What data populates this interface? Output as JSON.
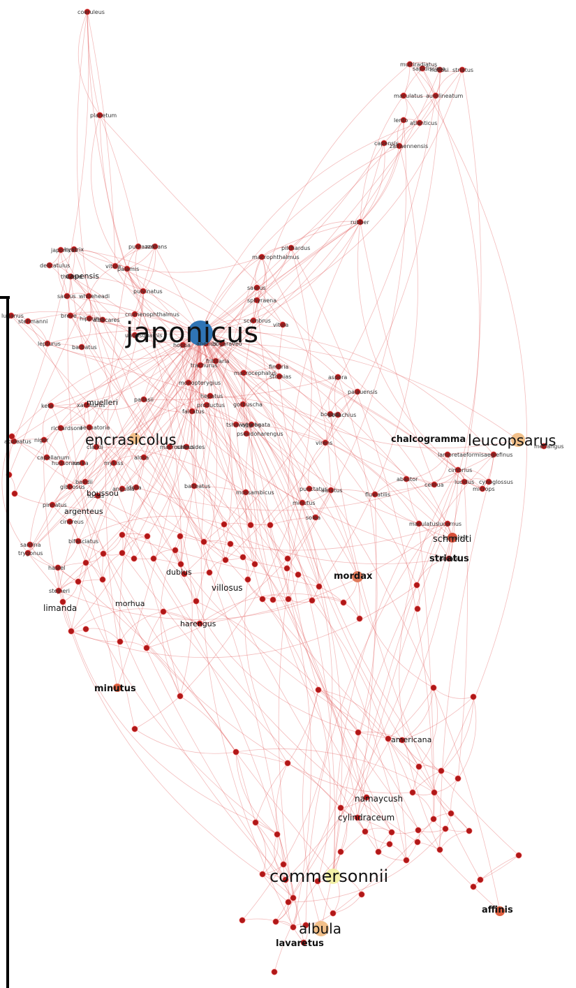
{
  "graph": {
    "colors": {
      "edge": "#e05050",
      "node": "#b01818",
      "hub": "#2f74b5",
      "peach": "#f2c08a",
      "pale_yellow": "#f3f0a6",
      "text": "#111111"
    },
    "big_labels": {
      "japonicus": "japonicus",
      "encrasicolus": "encrasicolus",
      "leucopsarus": "leucopsarus",
      "commersonnii": "commersonnii",
      "albula": "albula"
    },
    "mid_labels": {
      "chalcogramma": "chalcogramma",
      "schmidti": "schmidti",
      "striatus": "striatus",
      "mordax": "mordax",
      "minutus": "minutus",
      "affinis": "affinis",
      "lavaretus": "lavaretus",
      "capensis": "capensis",
      "muelleri": "muelleri",
      "argenteus": "argenteus",
      "boussou": "boussou",
      "limanda": "limanda",
      "villosus": "villosus",
      "harengus": "harengus",
      "namaycush": "namaycush",
      "cylindraceum": "cylindraceum",
      "americana": "americana",
      "dubius": "dubius",
      "morhua": "morhua"
    },
    "small_labels": [
      "coeruleus",
      "planetum",
      "rubber",
      "multiradiatus",
      "sapidissima",
      "hubbsi",
      "striatus",
      "maculatus",
      "aurolineatum",
      "lento",
      "atlanticus",
      "capensis",
      "zairaennensis",
      "japonicus",
      "hyatrix",
      "puntazzo",
      "volitans",
      "delicatulus",
      "vitula",
      "palamis",
      "thazard",
      "pulvinatus",
      "saurus",
      "whiteheadi",
      "breve",
      "hippurus",
      "albacares",
      "lutjanus",
      "stehmanni",
      "crumenophthalmus",
      "lepturus",
      "barbatus",
      "undosquamis",
      "hoppa",
      "anetius",
      "bogaraveo",
      "macrophthalmus",
      "pilchardus",
      "saurus",
      "sphyraena",
      "scombrus",
      "vitula",
      "trachurus",
      "fritillaria",
      "macrocephalus",
      "fimbria",
      "stomias",
      "monopterygius",
      "aspera",
      "palauensis",
      "pallasii",
      "hepatus",
      "productus",
      "gorbuscha",
      "keta",
      "xanthurus",
      "richardsoni",
      "aequatoria",
      "falcatus",
      "tshawytscha",
      "aggregata",
      "pseudoharengus",
      "bosqui",
      "niger",
      "aculeatus",
      "capellanum",
      "hudsonius",
      "nerka",
      "mykiss",
      "clarkii",
      "alosa",
      "macrochirus",
      "salmoides",
      "gibbosus",
      "bairdii",
      "lucius",
      "anguilla",
      "idella",
      "balteatus",
      "mossambicus",
      "punctatus",
      "auratus",
      "fluviatilis",
      "abastor",
      "cernua",
      "lucidus",
      "microps",
      "cynoglossus",
      "cimbrius",
      "lampretaeformis",
      "aeglefinus",
      "merlangus",
      "virens",
      "pollachius",
      "minutus",
      "solea",
      "maculatus",
      "lucernus",
      "esmarkii",
      "dentex",
      "pinnatus",
      "cinereus",
      "bifasciatus",
      "sardina",
      "trygonus",
      "hasrel",
      "stejneri"
    ]
  }
}
